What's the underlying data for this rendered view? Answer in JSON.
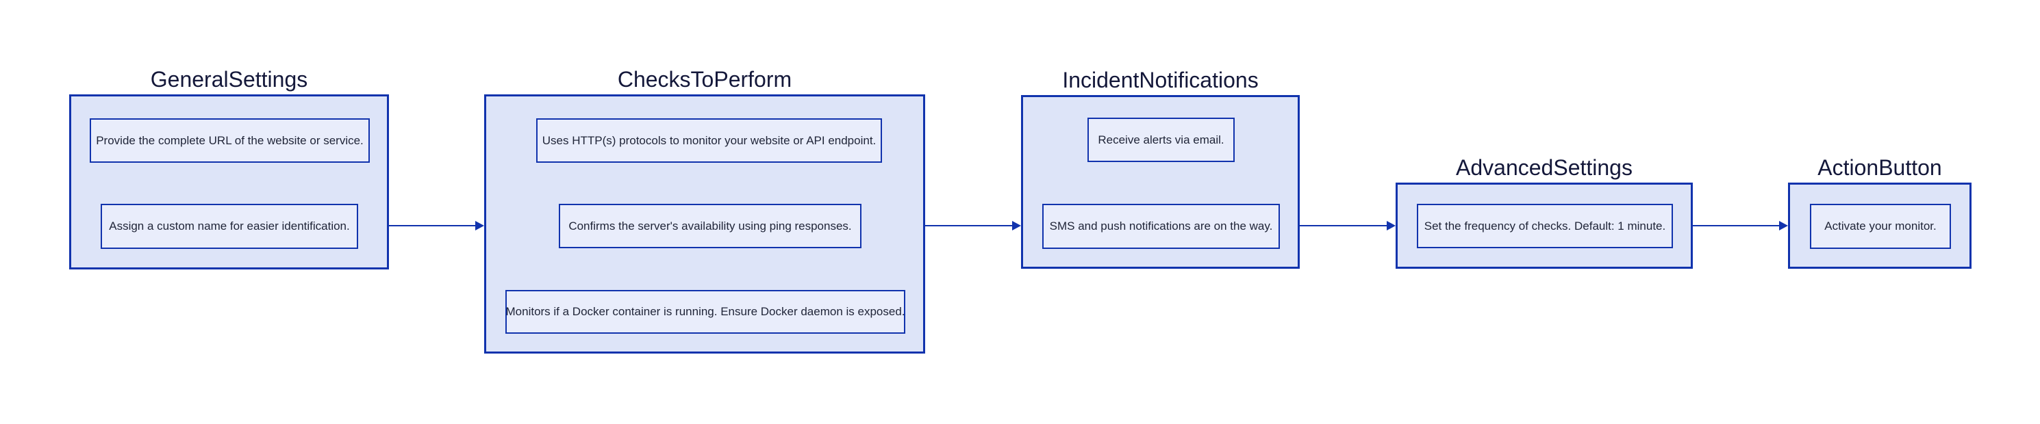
{
  "diagram": {
    "type": "flowchart",
    "direction": "left-to-right",
    "background": "#ffffff",
    "colors": {
      "cluster_fill": "#dde4f8",
      "node_fill": "#e9edfb",
      "border": "#1133ad",
      "arrow": "#1133ad",
      "title_text": "#14183a",
      "node_text": "#1f2437"
    },
    "groups": [
      {
        "title": "GeneralSettings",
        "nodes": [
          "Provide the complete URL of the website or service.",
          "Assign a custom name for easier identification."
        ]
      },
      {
        "title": "ChecksToPerform",
        "nodes": [
          "Uses HTTP(s) protocols to monitor your website or API endpoint.",
          "Confirms the server's availability using ping responses.",
          "Monitors if a Docker container is running. Ensure Docker daemon is exposed."
        ]
      },
      {
        "title": "IncidentNotifications",
        "nodes": [
          "Receive alerts via email.",
          "SMS and push notifications are on the way."
        ]
      },
      {
        "title": "AdvancedSettings",
        "nodes": [
          "Set the frequency of checks. Default: 1 minute."
        ]
      },
      {
        "title": "ActionButton",
        "nodes": [
          "Activate your monitor."
        ]
      }
    ],
    "connections": [
      {
        "from": "GeneralSettings",
        "to": "ChecksToPerform"
      },
      {
        "from": "ChecksToPerform",
        "to": "IncidentNotifications"
      },
      {
        "from": "IncidentNotifications",
        "to": "AdvancedSettings"
      },
      {
        "from": "AdvancedSettings",
        "to": "ActionButton"
      }
    ]
  }
}
